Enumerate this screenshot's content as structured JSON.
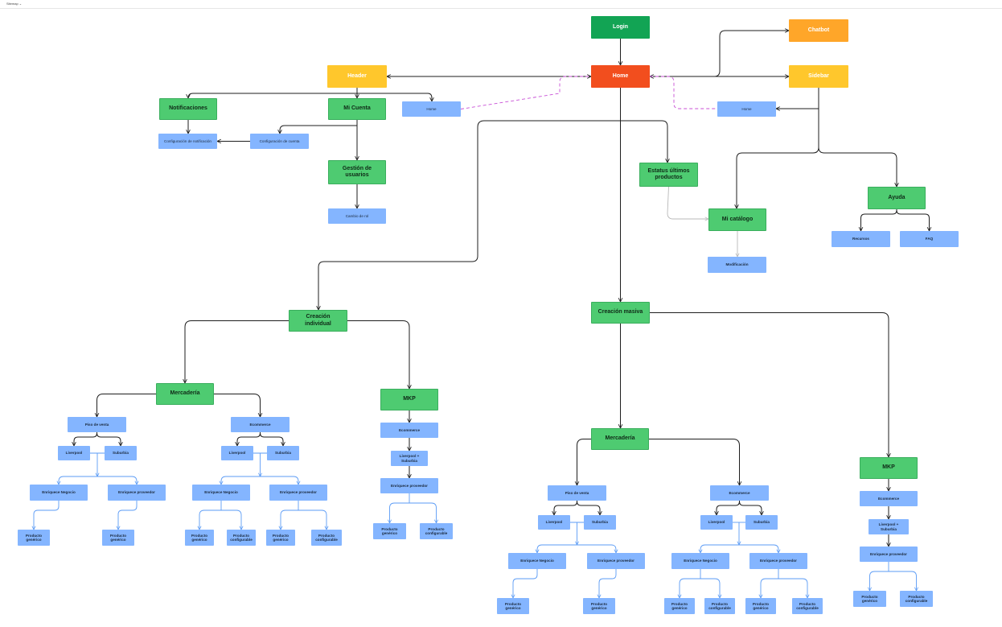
{
  "board": {
    "breadcrumb": "Sitemap ⌄"
  },
  "colors": {
    "login": "#12a454",
    "home": "#f24e1e",
    "header": "#ffc72c",
    "chatbot": "#ffa629",
    "green": "#4ecb71",
    "green_border": "#3aae5d",
    "blue": "#84b5ff",
    "edge": "#1e1e1e",
    "edge_blue": "#5b9bf5",
    "edge_gray": "#b8b8b8",
    "edge_dashed": "#c84fd6"
  },
  "nodes": [
    {
      "id": "login",
      "label": "Login",
      "style": "login"
    },
    {
      "id": "chatbot",
      "label": "Chatbot",
      "style": "chatbot"
    },
    {
      "id": "home",
      "label": "Home",
      "style": "home"
    },
    {
      "id": "header",
      "label": "Header",
      "style": "header"
    },
    {
      "id": "sidebar",
      "label": "Sidebar",
      "style": "header"
    },
    {
      "id": "notif",
      "label": "Notificaciones",
      "style": "green"
    },
    {
      "id": "micuenta",
      "label": "Mi Cuenta",
      "style": "green"
    },
    {
      "id": "home_h",
      "label": "Home",
      "style": "blue-light"
    },
    {
      "id": "home_s",
      "label": "Home",
      "style": "blue-light"
    },
    {
      "id": "confnotif",
      "label": "Configuración de notificación",
      "style": "blue-light"
    },
    {
      "id": "confcuenta",
      "label": "Configuración de cuenta",
      "style": "blue-light"
    },
    {
      "id": "gestion",
      "label": "Gestión de usuarios",
      "style": "green"
    },
    {
      "id": "cambiorol",
      "label": "Cambio de rol",
      "style": "blue-light"
    },
    {
      "id": "estatus",
      "label": "Estatus últimos productos",
      "style": "green"
    },
    {
      "id": "catalogo",
      "label": "Mi catálogo",
      "style": "green"
    },
    {
      "id": "modif",
      "label": "Modificación",
      "style": "blue"
    },
    {
      "id": "ayuda",
      "label": "Ayuda",
      "style": "green"
    },
    {
      "id": "recursos",
      "label": "Recursos",
      "style": "blue"
    },
    {
      "id": "faq",
      "label": "FAQ",
      "style": "blue"
    },
    {
      "id": "cind",
      "label": "Creación individual",
      "style": "green"
    },
    {
      "id": "cmas",
      "label": "Creación masiva",
      "style": "green"
    },
    {
      "id": "merc1",
      "label": "Mercadería",
      "style": "green"
    },
    {
      "id": "mkp1",
      "label": "MKP",
      "style": "green"
    },
    {
      "id": "pdv1",
      "label": "Piso de venta",
      "style": "blue"
    },
    {
      "id": "eco1",
      "label": "Ecommerce",
      "style": "blue"
    },
    {
      "id": "liv1a",
      "label": "Liverpool",
      "style": "blue"
    },
    {
      "id": "sub1a",
      "label": "Suburbia",
      "style": "blue"
    },
    {
      "id": "liv1b",
      "label": "Liverpool",
      "style": "blue"
    },
    {
      "id": "sub1b",
      "label": "Suburbia",
      "style": "blue"
    },
    {
      "id": "eneg1a",
      "label": "Enriquece Negocio",
      "style": "blue"
    },
    {
      "id": "eprov1a",
      "label": "Enriquece proveedor",
      "style": "blue"
    },
    {
      "id": "eneg1b",
      "label": "Enriquece Negocio",
      "style": "blue"
    },
    {
      "id": "eprov1b",
      "label": "Enriquece proveedor",
      "style": "blue"
    },
    {
      "id": "pg1a",
      "label": "Producto genérico",
      "style": "blue"
    },
    {
      "id": "pg1b",
      "label": "Producto genérico",
      "style": "blue"
    },
    {
      "id": "pg1c",
      "label": "Producto genérico",
      "style": "blue"
    },
    {
      "id": "pc1c",
      "label": "Producto configurable",
      "style": "blue"
    },
    {
      "id": "pg1d",
      "label": "Producto genérico",
      "style": "blue"
    },
    {
      "id": "pc1d",
      "label": "Producto configurable",
      "style": "blue"
    },
    {
      "id": "ecomk1",
      "label": "Ecommerce",
      "style": "blue"
    },
    {
      "id": "livsub1",
      "label": "Liverpool + Suburbia",
      "style": "blue"
    },
    {
      "id": "eprovk1",
      "label": "Enriquece proveedor",
      "style": "blue"
    },
    {
      "id": "pgk1",
      "label": "Producto genérico",
      "style": "blue"
    },
    {
      "id": "pck1",
      "label": "Producto configurable",
      "style": "blue"
    },
    {
      "id": "merc2",
      "label": "Mercadería",
      "style": "green"
    },
    {
      "id": "mkp2",
      "label": "MKP",
      "style": "green"
    },
    {
      "id": "pdv2",
      "label": "Piso de venta",
      "style": "blue"
    },
    {
      "id": "eco2",
      "label": "Ecommerce",
      "style": "blue"
    },
    {
      "id": "liv2a",
      "label": "Liverpool",
      "style": "blue"
    },
    {
      "id": "sub2a",
      "label": "Suburbia",
      "style": "blue"
    },
    {
      "id": "liv2b",
      "label": "Liverpool",
      "style": "blue"
    },
    {
      "id": "sub2b",
      "label": "Suburbia",
      "style": "blue"
    },
    {
      "id": "eneg2a",
      "label": "Enriquece Negocio",
      "style": "blue"
    },
    {
      "id": "eprov2a",
      "label": "Enriquece proveedor",
      "style": "blue"
    },
    {
      "id": "eneg2b",
      "label": "Enriquece Negocio",
      "style": "blue"
    },
    {
      "id": "eprov2b",
      "label": "Enriquece proveedor",
      "style": "blue"
    },
    {
      "id": "pg2a",
      "label": "Producto genérico",
      "style": "blue"
    },
    {
      "id": "pg2b",
      "label": "Producto genérico",
      "style": "blue"
    },
    {
      "id": "pg2c",
      "label": "Producto genérico",
      "style": "blue"
    },
    {
      "id": "pc2c",
      "label": "Producto configurable",
      "style": "blue"
    },
    {
      "id": "pg2d",
      "label": "Producto genérico",
      "style": "blue"
    },
    {
      "id": "pc2d",
      "label": "Producto configurable",
      "style": "blue"
    },
    {
      "id": "ecomk2",
      "label": "Ecommerce",
      "style": "blue"
    },
    {
      "id": "livsub2",
      "label": "Liverpool + Suburbia",
      "style": "blue"
    },
    {
      "id": "eprovk2",
      "label": "Enriquece proveedor",
      "style": "blue"
    },
    {
      "id": "pgk2",
      "label": "Producto genérico",
      "style": "blue"
    },
    {
      "id": "pck2",
      "label": "Producto configurable",
      "style": "blue"
    }
  ]
}
